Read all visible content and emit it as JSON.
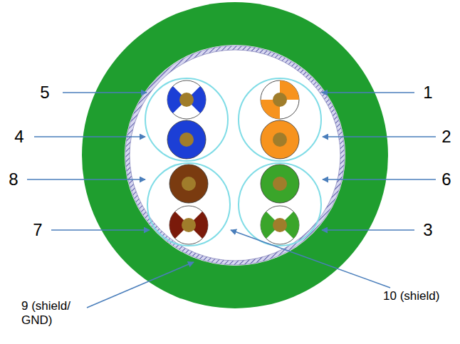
{
  "diagram": {
    "labels": [
      "5",
      "1",
      "4",
      "2",
      "8",
      "6",
      "7",
      "3",
      "9 (shield/ GND)",
      "10 (shield)"
    ]
  }
}
